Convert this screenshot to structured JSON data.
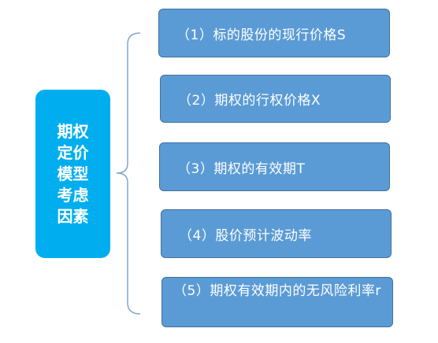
{
  "diagram": {
    "root": {
      "label": "期权定价模型考虑因素"
    },
    "factors": [
      {
        "label": "（1）标的股份的现行价格S"
      },
      {
        "label": "（2）期权的行权价格X"
      },
      {
        "label": "（3）期权的有效期T"
      },
      {
        "label": "（4）股价预计波动率"
      },
      {
        "label": "（5）期权有效期内的无风险利率r"
      }
    ],
    "colors": {
      "root_fill": "#00aeef",
      "factor_fill": "#5b9bd5",
      "factor_border": "#41719c",
      "bracket_stroke": "#7fa7d0"
    }
  }
}
